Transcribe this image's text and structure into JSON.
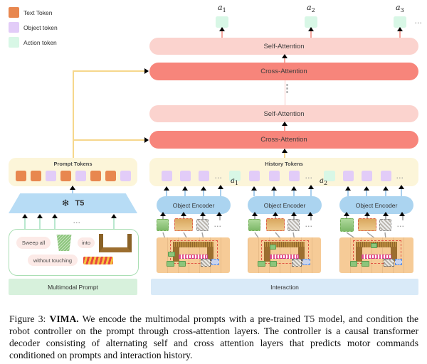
{
  "figure": {
    "legend": {
      "items": [
        {
          "label": "Text Token",
          "color": "#E8874F"
        },
        {
          "label": "Object token",
          "color": "#E2CCF8"
        },
        {
          "label": "Action token",
          "color": "#D8F7E6"
        }
      ]
    },
    "decoder": {
      "self_attention_label": "Self-Attention",
      "cross_attention_label": "Cross-Attention",
      "outputs": [
        {
          "base": "a",
          "sub": "1"
        },
        {
          "base": "a",
          "sub": "2"
        },
        {
          "base": "a",
          "sub": "3"
        }
      ],
      "hdots": "...",
      "vdots": "⋮"
    },
    "prompt_branch": {
      "tokens_box_label": "Prompt Tokens",
      "token_sequence": [
        "text",
        "text",
        "object",
        "text",
        "object",
        "text",
        "text",
        "object"
      ],
      "t5_label": "T5",
      "frozen_icon_glyph": "❄",
      "content": {
        "pill_sweep": "Sweep all",
        "pill_into": "into",
        "pill_without": "without touching"
      },
      "footer_label": "Multimodal Prompt",
      "hdots": "..."
    },
    "history_branch": {
      "tokens_box_label": "History Tokens",
      "token_sequence": [
        "object",
        "object",
        "object",
        "...",
        "action a1",
        "object",
        "object",
        "object",
        "...",
        "action a2",
        "object",
        "object",
        "object",
        "..."
      ],
      "actions": [
        {
          "base": "a",
          "sub": "1"
        },
        {
          "base": "a",
          "sub": "2"
        }
      ],
      "object_encoder_label": "Object Encoder",
      "footer_label": "Interaction",
      "hdots": "..."
    }
  },
  "caption": {
    "prefix": "Figure 3: ",
    "bold": "VIMA.",
    "body": " We encode the multimodal prompts with a pre-trained T5 model, and condition the robot controller on the prompt through cross-attention layers. The controller is a causal transformer decoder consisting of alternating self and cross attention layers that predicts motor commands conditioned on prompts and interaction history."
  },
  "colors": {
    "text_token": "#E8874F",
    "object_token": "#E2CCF8",
    "action_token": "#D8F7E6",
    "self_attention": "#FBD3CE",
    "cross_attention": "#F7857B",
    "token_box": "#FCF5D9",
    "encoder_blue": "#ABD4F0",
    "t5_blue": "#B7DCF5",
    "multimodal_footer": "#D7F1DC",
    "interaction_footer": "#D9EAF8",
    "arrow_pink": "#F6A79F",
    "arrow_yellow": "#F6D78C",
    "arrow_mint": "#B9E8CF",
    "arrow_blue": "#AACFED",
    "arrow_gray": "#A8A8A8"
  }
}
